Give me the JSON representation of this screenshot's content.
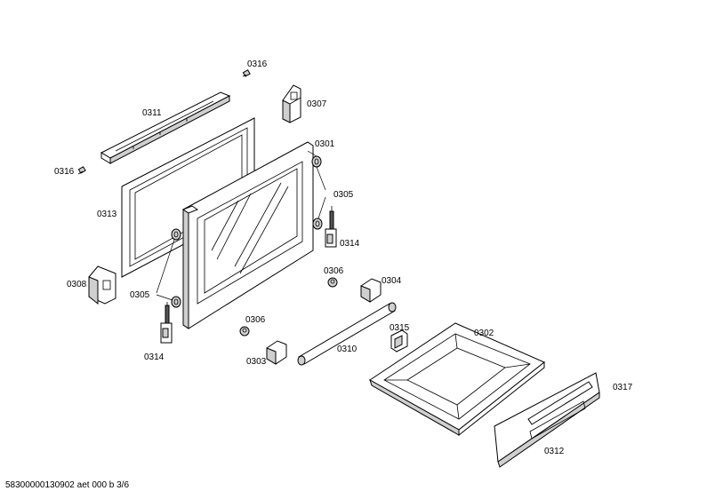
{
  "labels": {
    "p0301": "0301",
    "p0302": "0302",
    "p0303": "0303",
    "p0304": "0304",
    "p0305a": "0305",
    "p0305b": "0305",
    "p0306a": "0306",
    "p0306b": "0306",
    "p0307": "0307",
    "p0308": "0308",
    "p0310": "0310",
    "p0311": "0311",
    "p0312": "0312",
    "p0313": "0313",
    "p0314a": "0314",
    "p0314b": "0314",
    "p0315": "0315",
    "p0316a": "0316",
    "p0316b": "0316",
    "p0317": "0317"
  },
  "footer": "58300000130902 aet 000 b 3/6"
}
